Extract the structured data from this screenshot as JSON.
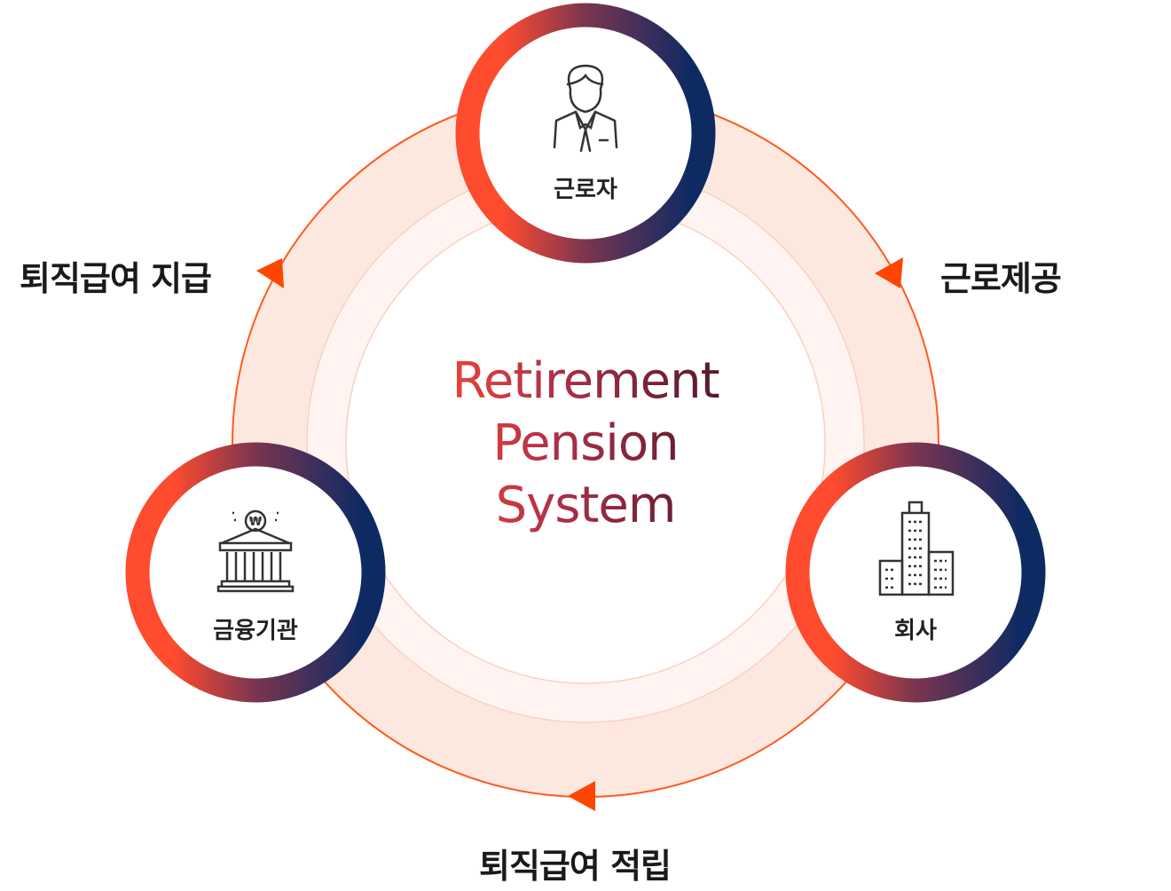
{
  "title": {
    "line1": "Retirement",
    "line2": "Pension",
    "line3": "System"
  },
  "nodes": {
    "worker": "근로자",
    "company": "회사",
    "bank": "금융기관"
  },
  "flows": {
    "left": "퇴직급여 지급",
    "right": "근로제공",
    "bottom": "퇴직급여 적립"
  },
  "colors": {
    "accent": "#ff4d1a",
    "ring_start": "#ff4b2e",
    "ring_end": "#0d2a63",
    "peach": "#fde8e0"
  }
}
